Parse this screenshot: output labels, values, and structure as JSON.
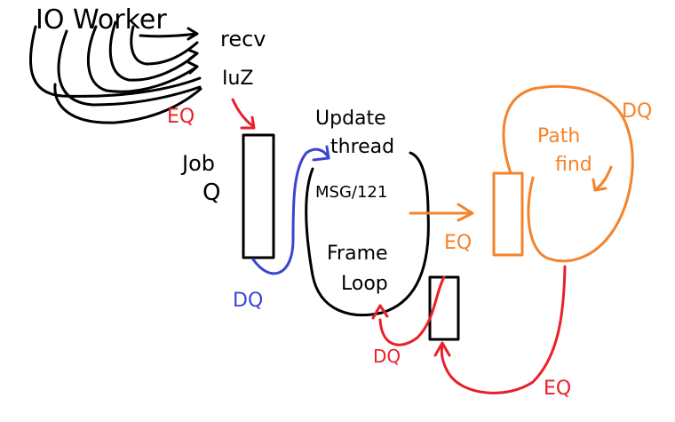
{
  "colors": {
    "ink": "#000000",
    "red": "#e8202a",
    "blue": "#3a45d0",
    "orange": "#f5832a"
  },
  "labels": {
    "io_worker": "IO Worker",
    "recv": "recv",
    "recv_sub": "IuZ",
    "eq_top": "EQ",
    "job": "Job",
    "job_q": "Q",
    "update": "Update",
    "thread": "thread",
    "msg": "MSG/121",
    "frame": "Frame",
    "loop": "Loop",
    "dq_blue": "DQ",
    "dq_red": "DQ",
    "eq_mid": "EQ",
    "path": "Path",
    "find": "find",
    "dq_orange": "DQ",
    "eq_bottom": "EQ"
  }
}
